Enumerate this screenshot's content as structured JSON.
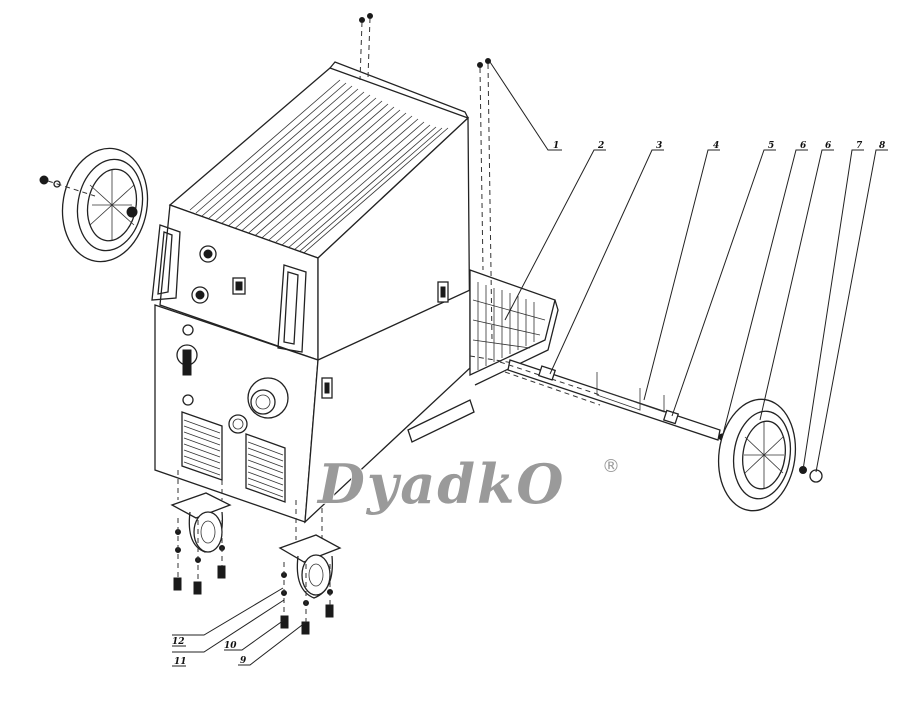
{
  "diagram": {
    "callouts": [
      {
        "id": "1",
        "label": "1"
      },
      {
        "id": "2",
        "label": "2"
      },
      {
        "id": "3",
        "label": "3"
      },
      {
        "id": "4",
        "label": "4"
      },
      {
        "id": "5",
        "label": "5"
      },
      {
        "id": "6a",
        "label": "6"
      },
      {
        "id": "6b",
        "label": "6"
      },
      {
        "id": "7",
        "label": "7"
      },
      {
        "id": "8",
        "label": "8"
      },
      {
        "id": "9",
        "label": "9"
      },
      {
        "id": "10",
        "label": "10"
      },
      {
        "id": "11",
        "label": "11"
      },
      {
        "id": "12",
        "label": "12"
      }
    ]
  },
  "watermark": {
    "brand": "DyadkO",
    "mark": "®"
  },
  "colors": {
    "line": "#222222",
    "watermark": "#9a9a9a",
    "background": "#ffffff"
  }
}
